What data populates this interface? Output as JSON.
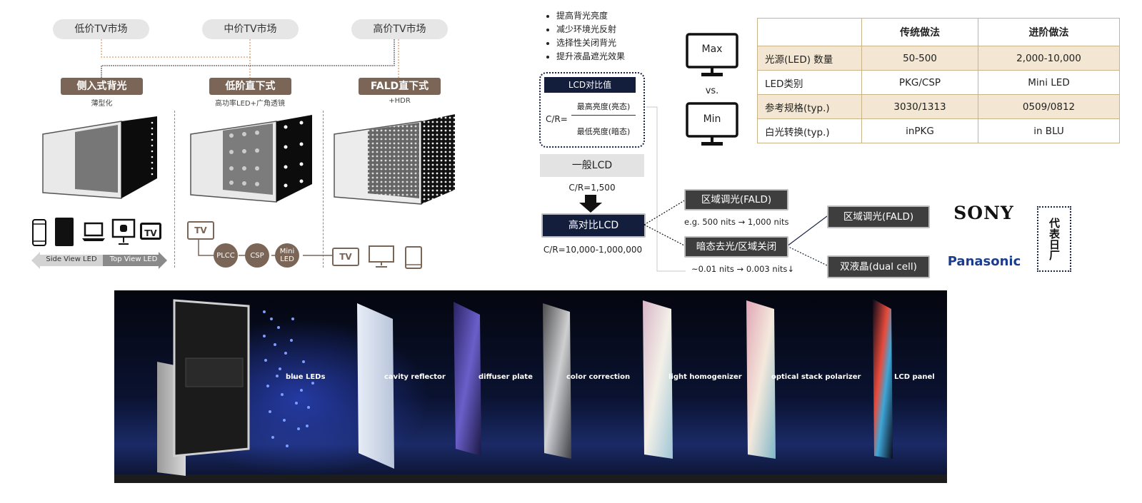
{
  "markets": {
    "low": "低价TV市场",
    "mid": "中价TV市场",
    "high": "高价TV市场"
  },
  "backlights": {
    "edge": {
      "title": "侧入式背光",
      "sub": "薄型化"
    },
    "direct": {
      "title": "低阶直下式",
      "sub": "高功率LED+广角透镜"
    },
    "fald": {
      "title": "FALD直下式",
      "sub": "+HDR"
    }
  },
  "arrow_labels": {
    "side": "Side View LED",
    "top": "Top View LED"
  },
  "device_tv_label": "TV",
  "packages": [
    "PLCC",
    "CSP",
    "Mini LED"
  ],
  "bullets": [
    "提高背光亮度",
    "减少环境光反射",
    "选择性关闭背光",
    "提升液晶遮光效果"
  ],
  "contrast": {
    "header": "LCD对比值",
    "cr_label": "C/R=",
    "bright": "最高亮度(亮态)",
    "dark": "最低亮度(暗态)"
  },
  "normal_lcd": {
    "label": "一般LCD",
    "cr": "C/R=1,500"
  },
  "high_lcd": {
    "label": "高对比LCD",
    "cr": "C/R=10,000-1,000,000"
  },
  "monitors": {
    "max": "Max",
    "vs": "vs.",
    "min": "Min"
  },
  "fald_branch": {
    "label": "区域调光(FALD)",
    "example": "e.g. 500 nits → 1,000 nits"
  },
  "dark_branch": {
    "label": "暗态去光/区域关闭",
    "example": "~0.01 nits → 0.003 nits↓"
  },
  "right_branches": {
    "fald": "区域调光(FALD)",
    "dual": "双液晶(dual cell)"
  },
  "brands": {
    "sony": "SONY",
    "panasonic": "Panasonic"
  },
  "rep_factory": "代表日厂",
  "table": {
    "headers": [
      "",
      "传统做法",
      "进阶做法"
    ],
    "rows": [
      [
        "光源(LED) 数量",
        "50-500",
        "2,000-10,000"
      ],
      [
        "LED类别",
        "PKG/CSP",
        "Mini LED"
      ],
      [
        "参考规格(typ.)",
        "3030/1313",
        "0509/0812"
      ],
      [
        "白光转换(typ.)",
        "inPKG",
        "in BLU"
      ]
    ]
  },
  "layers": [
    "blue LEDs",
    "cavity reflector",
    "diffuser plate",
    "color correction",
    "light homogenizer",
    "optical stack polarizer",
    "LCD panel"
  ],
  "colors": {
    "brown": "#7a6556",
    "navy": "#131d3c",
    "table_shade": "#f3e6d2",
    "orange_line": "#e07b39"
  }
}
